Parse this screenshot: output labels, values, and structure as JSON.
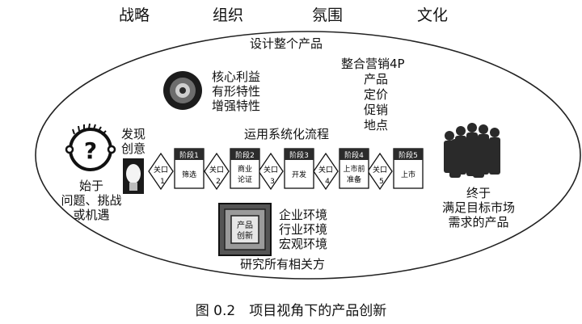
{
  "top_words": [
    "战略",
    "组织",
    "氛围",
    "文化"
  ],
  "ellipse": {
    "top_label": "设计整个产品",
    "bottom_label": "研究所有相关方"
  },
  "target_lines": [
    "核心利益",
    "有形特性",
    "增强特性"
  ],
  "marketing_lines": [
    "整合营销4P",
    "产品",
    "定价",
    "促销",
    "地点"
  ],
  "process_label": "运用系统化流程",
  "discover_lines": [
    "发现",
    "创意"
  ],
  "start_lines": [
    "始于",
    "问题、挑战",
    "或机遇"
  ],
  "end_lines": [
    "终于",
    "满足目标市场",
    "需求的产品"
  ],
  "env_lines": [
    "企业环境",
    "行业环境",
    "宏观环境"
  ],
  "innovation_box_lines": [
    "产品",
    "创新"
  ],
  "stages": [
    {
      "header": "阶段1",
      "body": [
        "筛选"
      ]
    },
    {
      "header": "阶段2",
      "body": [
        "商业",
        "论证"
      ]
    },
    {
      "header": "阶段3",
      "body": [
        "开发"
      ]
    },
    {
      "header": "阶段4",
      "body": [
        "上市前",
        "准备"
      ]
    },
    {
      "header": "阶段5",
      "body": [
        "上市"
      ]
    }
  ],
  "gates": [
    {
      "label": "关口",
      "num": "1"
    },
    {
      "label": "关口",
      "num": "2"
    },
    {
      "label": "关口",
      "num": "3"
    },
    {
      "label": "关口",
      "num": "4"
    },
    {
      "label": "关口",
      "num": "5"
    }
  ],
  "question_mark": "?",
  "caption": "图 0.2　项目视角下的产品创新"
}
